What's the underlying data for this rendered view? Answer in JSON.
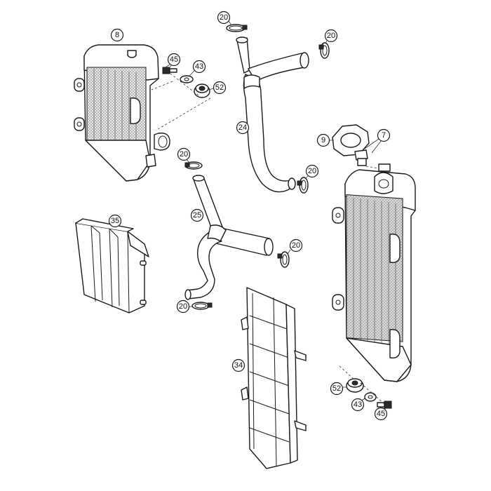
{
  "callouts": {
    "c8": "8",
    "c45_top": "45",
    "c43_top": "43",
    "c52_top": "52",
    "c20_a": "20",
    "c20_b": "20",
    "c24": "24",
    "c9": "9",
    "c7": "7",
    "c20_c": "20",
    "c20_d": "20",
    "c35": "35",
    "c25": "25",
    "c20_e": "20",
    "c20_f": "20",
    "c34": "34",
    "c52_bot": "52",
    "c43_bot": "43",
    "c45_bot": "45"
  }
}
